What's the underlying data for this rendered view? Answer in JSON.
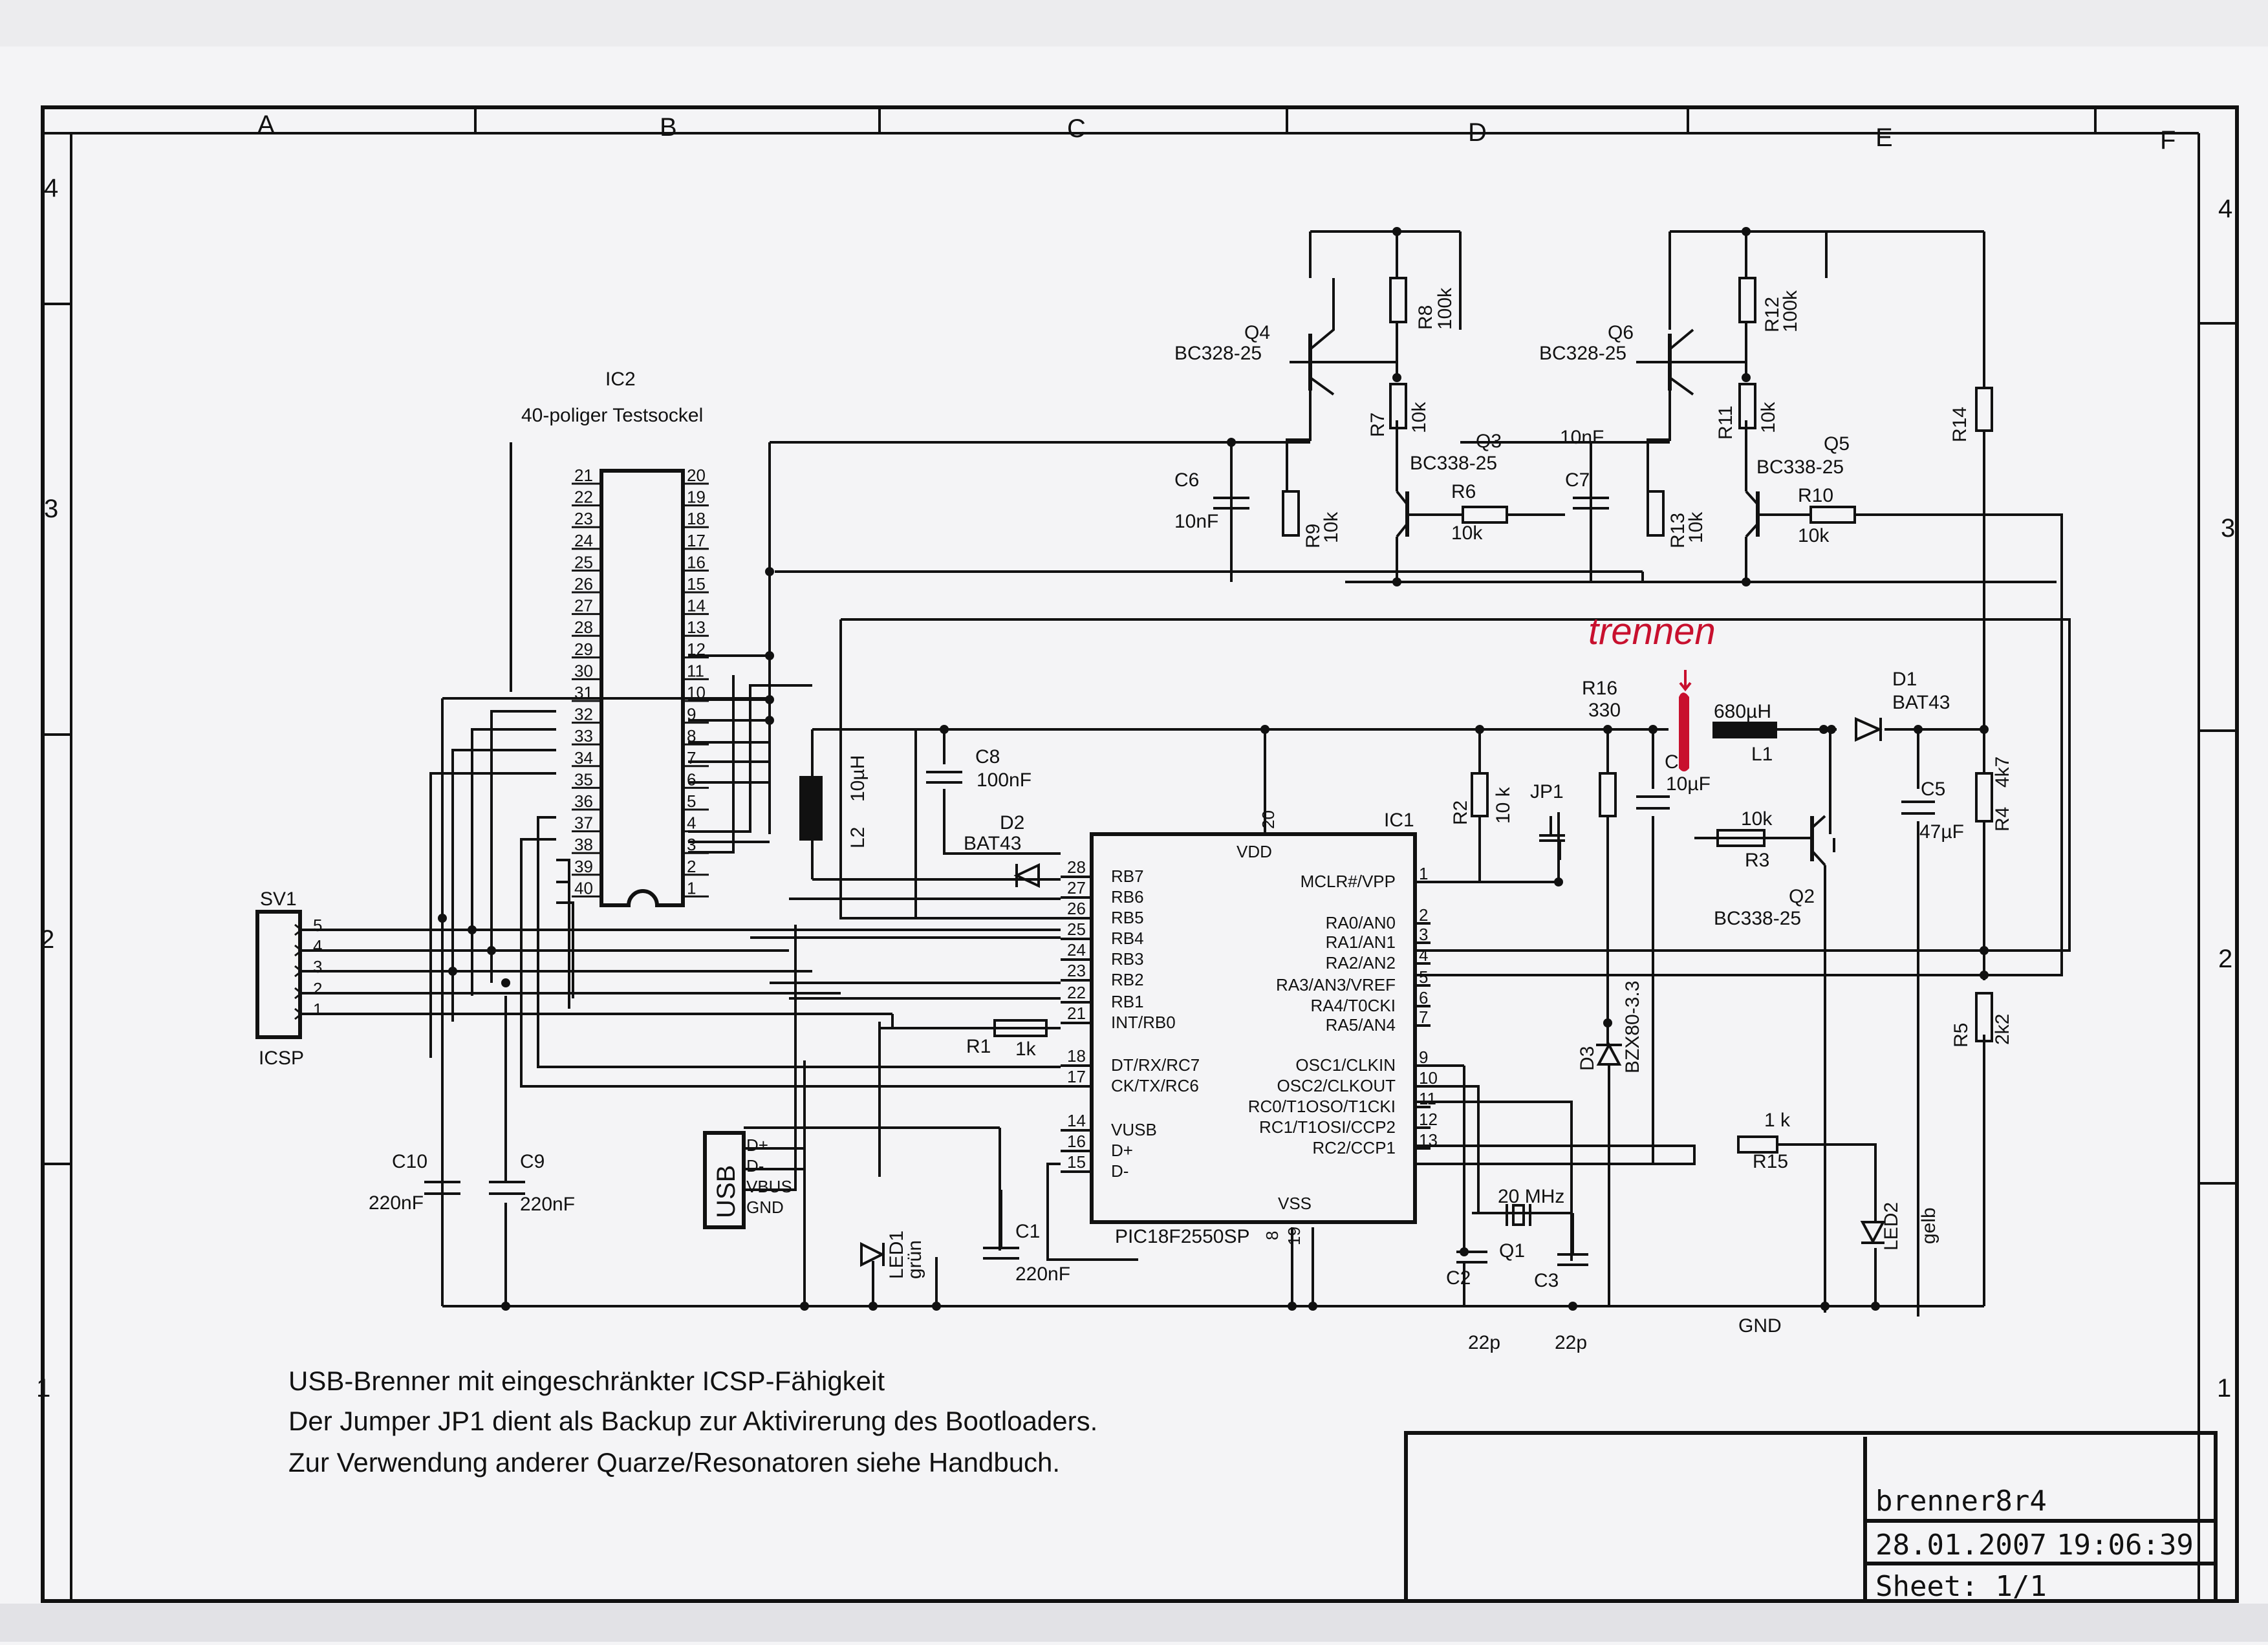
{
  "frame": {
    "col_labels": [
      "A",
      "B",
      "C",
      "D",
      "E",
      "F"
    ],
    "row_labels": [
      "4",
      "3",
      "2",
      "1"
    ]
  },
  "ic2": {
    "name": "IC2",
    "desc": "40-poliger Testsockel",
    "left_pins": [
      "21",
      "22",
      "23",
      "24",
      "25",
      "26",
      "27",
      "28",
      "29",
      "30",
      "31",
      "32",
      "33",
      "34",
      "35",
      "36",
      "37",
      "38",
      "39",
      "40"
    ],
    "right_pins": [
      "20",
      "19",
      "18",
      "17",
      "16",
      "15",
      "14",
      "13",
      "12",
      "11",
      "10",
      "9",
      "8",
      "7",
      "6",
      "5",
      "4",
      "3",
      "2",
      "1"
    ]
  },
  "ic1": {
    "name": "IC1",
    "part": "PIC18F2550SP",
    "vdd": "VDD",
    "vss": "VSS",
    "left_pins": [
      {
        "num": "28",
        "name": "RB7"
      },
      {
        "num": "27",
        "name": "RB6"
      },
      {
        "num": "26",
        "name": "RB5"
      },
      {
        "num": "25",
        "name": "RB4"
      },
      {
        "num": "24",
        "name": "RB3"
      },
      {
        "num": "23",
        "name": "RB2"
      },
      {
        "num": "22",
        "name": "RB1"
      },
      {
        "num": "21",
        "name": "INT/RB0"
      },
      {
        "num": "18",
        "name": "DT/RX/RC7"
      },
      {
        "num": "17",
        "name": "CK/TX/RC6"
      },
      {
        "num": "14",
        "name": "VUSB"
      },
      {
        "num": "16",
        "name": "D+"
      },
      {
        "num": "15",
        "name": "D-"
      }
    ],
    "right_pins": [
      {
        "num": "1",
        "name": "MCLR#/VPP"
      },
      {
        "num": "2",
        "name": "RA0/AN0"
      },
      {
        "num": "3",
        "name": "RA1/AN1"
      },
      {
        "num": "4",
        "name": "RA2/AN2"
      },
      {
        "num": "5",
        "name": "RA3/AN3/VREF"
      },
      {
        "num": "6",
        "name": "RA4/T0CKI"
      },
      {
        "num": "7",
        "name": "RA5/AN4"
      },
      {
        "num": "9",
        "name": "OSC1/CLKIN"
      },
      {
        "num": "10",
        "name": "OSC2/CLKOUT"
      },
      {
        "num": "11",
        "name": "RC0/T1OSO/T1CKI"
      },
      {
        "num": "12",
        "name": "RC1/T1OSI/CCP2"
      },
      {
        "num": "13",
        "name": "RC2/CCP1"
      }
    ],
    "pin20": "20",
    "pin8": "8",
    "pin19": "19"
  },
  "sv1": {
    "name": "SV1",
    "label": "ICSP",
    "pins": [
      "5",
      "4",
      "3",
      "2",
      "1"
    ]
  },
  "usb": {
    "label": "USB",
    "pins": [
      "D+",
      "D-",
      "VBUS",
      "GND"
    ]
  },
  "components": {
    "q4": {
      "ref": "Q4",
      "val": "BC328-25"
    },
    "q6": {
      "ref": "Q6",
      "val": "BC328-25"
    },
    "q3": {
      "ref": "Q3",
      "val": "BC338-25"
    },
    "q5": {
      "ref": "Q5",
      "val": "BC338-25"
    },
    "q2": {
      "ref": "Q2",
      "val": "BC338-25"
    },
    "r8": {
      "ref": "R8",
      "val": "100k"
    },
    "r12": {
      "ref": "R12",
      "val": "100k"
    },
    "r7": {
      "ref": "R7",
      "val": "10k"
    },
    "r11": {
      "ref": "R11",
      "val": "10k"
    },
    "r9": {
      "ref": "R9",
      "val": "10k"
    },
    "r13": {
      "ref": "R13",
      "val": "10k"
    },
    "r6": {
      "ref": "R6",
      "val": "10k"
    },
    "r10": {
      "ref": "R10",
      "val": "10k"
    },
    "r14": {
      "ref": "R14"
    },
    "r16": {
      "ref": "R16",
      "val": "330"
    },
    "r2": {
      "ref": "R2",
      "val": "10 k"
    },
    "r3": {
      "ref": "R3",
      "val": "10k"
    },
    "r4": {
      "ref": "R4",
      "val": "4k7"
    },
    "r5": {
      "ref": "R5",
      "val": "2k2"
    },
    "r1": {
      "ref": "R1",
      "val": "1k"
    },
    "r15": {
      "ref": "R15",
      "val": "1 k"
    },
    "c6": {
      "ref": "C6",
      "val": "10nF"
    },
    "c7": {
      "ref": "C7",
      "val": "10nF"
    },
    "c8": {
      "ref": "C8",
      "val": "100nF"
    },
    "c4": {
      "ref": "C4",
      "val": "10µF"
    },
    "c5": {
      "ref": "C5",
      "val": "47µF"
    },
    "c1": {
      "ref": "C1",
      "val": "220nF"
    },
    "c10": {
      "ref": "C10",
      "val": "220nF"
    },
    "c9": {
      "ref": "C9",
      "val": "220nF"
    },
    "c2": {
      "ref": "C2",
      "val": "22p"
    },
    "c3": {
      "ref": "C3",
      "val": "22p"
    },
    "q1": {
      "ref": "Q1",
      "val": "20 MHz"
    },
    "l1": {
      "ref": "L1",
      "val": "680µH"
    },
    "l2": {
      "ref": "L2",
      "val": "10µH"
    },
    "d1": {
      "ref": "D1",
      "val": "BAT43"
    },
    "d2": {
      "ref": "D2",
      "val": "BAT43"
    },
    "d3": {
      "ref": "D3",
      "val": "BZX80-3.3"
    },
    "jp1": {
      "ref": "JP1"
    },
    "led1": {
      "ref": "LED1",
      "val": "grün"
    },
    "led2": {
      "ref": "LED2",
      "val": "gelb"
    },
    "gnd": "GND"
  },
  "annotation": {
    "text": "trennen",
    "color": "#c8102e"
  },
  "notes": [
    "USB-Brenner mit eingeschränkter ICSP-Fähigkeit",
    "Der Jumper JP1 dient als Backup zur Aktivirerung des Bootloaders.",
    "Zur Verwendung anderer Quarze/Resonatoren siehe Handbuch."
  ],
  "title_block": {
    "name": "brenner8r4",
    "date": "28.01.2007",
    "time": "19:06:39",
    "sheet": "Sheet: 1/1"
  }
}
